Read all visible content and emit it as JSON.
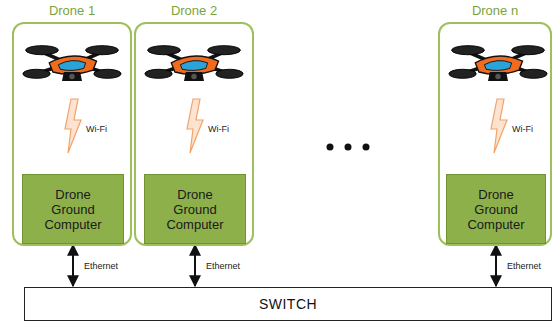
{
  "diagram": {
    "nodes": [
      {
        "text": [
          "Drone 1",
          "Wi-Fi"
        ]
      },
      {
        "text": [
          "Drone Ground Computer"
        ],
        "in": 0
      },
      {
        "text": [
          "Drone 2",
          "Wi-Fi"
        ]
      },
      {
        "text": [
          "Drone Ground Computer"
        ],
        "in": 2
      },
      {
        "text": [
          "Drone n",
          "Wi-Fi"
        ]
      },
      {
        "text": [
          "Drone Ground Computer"
        ],
        "in": 4
      },
      {
        "text": [
          "SWITCH"
        ]
      }
    ],
    "edges": [
      {
        "from": 1,
        "to": 6,
        "label": "Ethernet",
        "arrow": "both"
      },
      {
        "from": 3,
        "to": 6,
        "label": "Ethernet",
        "arrow": "both"
      },
      {
        "from": 5,
        "to": 6,
        "label": "Ethernet",
        "arrow": "both"
      }
    ]
  }
}
